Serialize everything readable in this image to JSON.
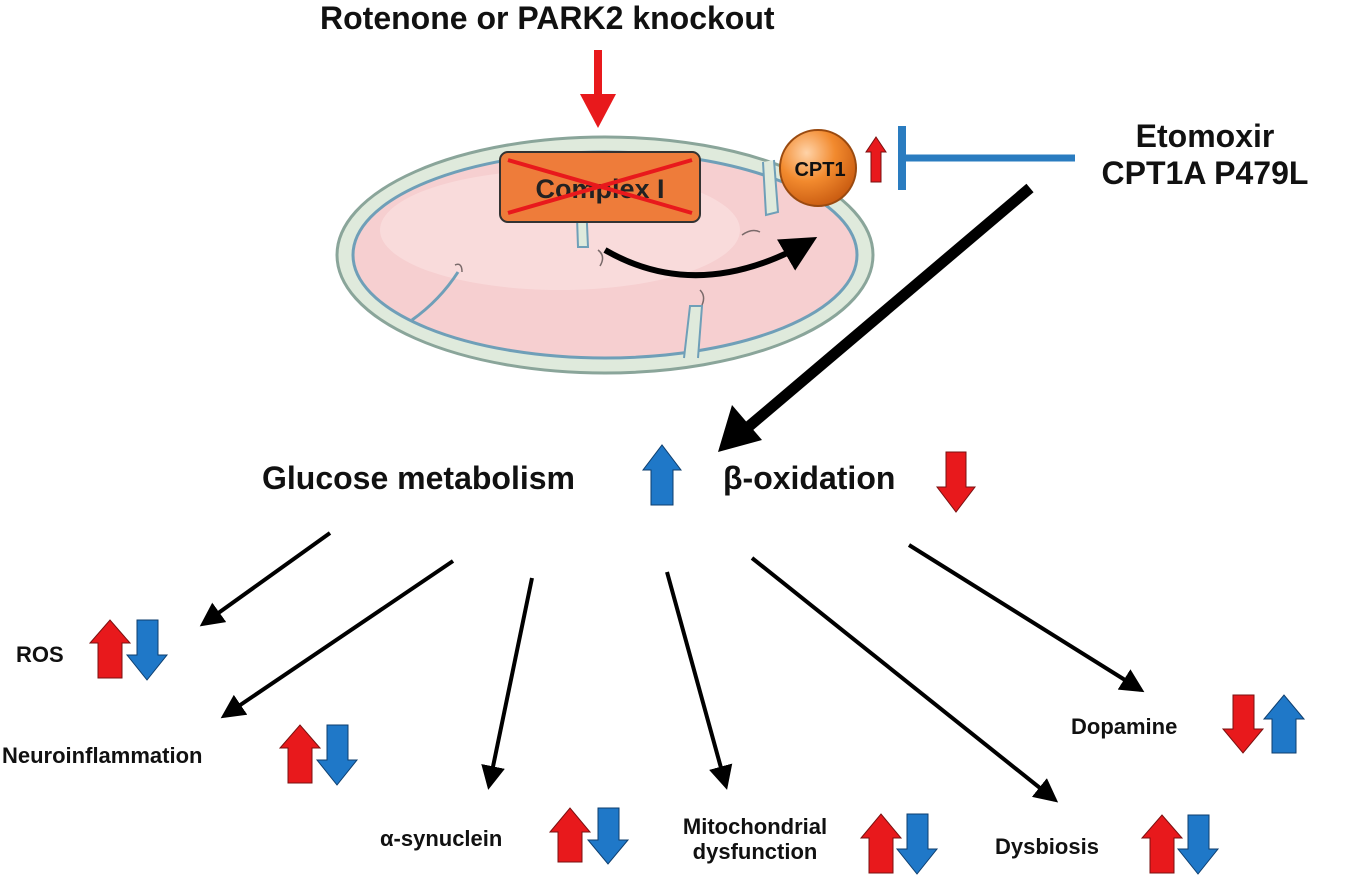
{
  "top_label": "Rotenone or PARK2 knockout",
  "complex_label": "Complex I",
  "cpt1_label": "CPT1",
  "inhibitor": {
    "line1": "Etomoxir",
    "line2": "CPT1A P479L"
  },
  "glucose_label": "Glucose metabolism",
  "beta_label": "β-oxidation",
  "outcomes": {
    "ros": "ROS",
    "neuro": "Neuroinflammation",
    "syn": "α-synuclein",
    "mito_line1": "Mitochondrial",
    "mito_line2": "dysfunction",
    "dysbiosis": "Dysbiosis",
    "dopamine": "Dopamine"
  },
  "colors": {
    "up_red": "#e8191c",
    "down_blue": "#1f78c8",
    "inhibit_blue": "#2a7cc0",
    "mito_outer": "#c9dcc6",
    "mito_inner": "#f6cfd0",
    "complex_fill": "#ee7c3a",
    "cpt1_fill": "#f28a2e"
  }
}
